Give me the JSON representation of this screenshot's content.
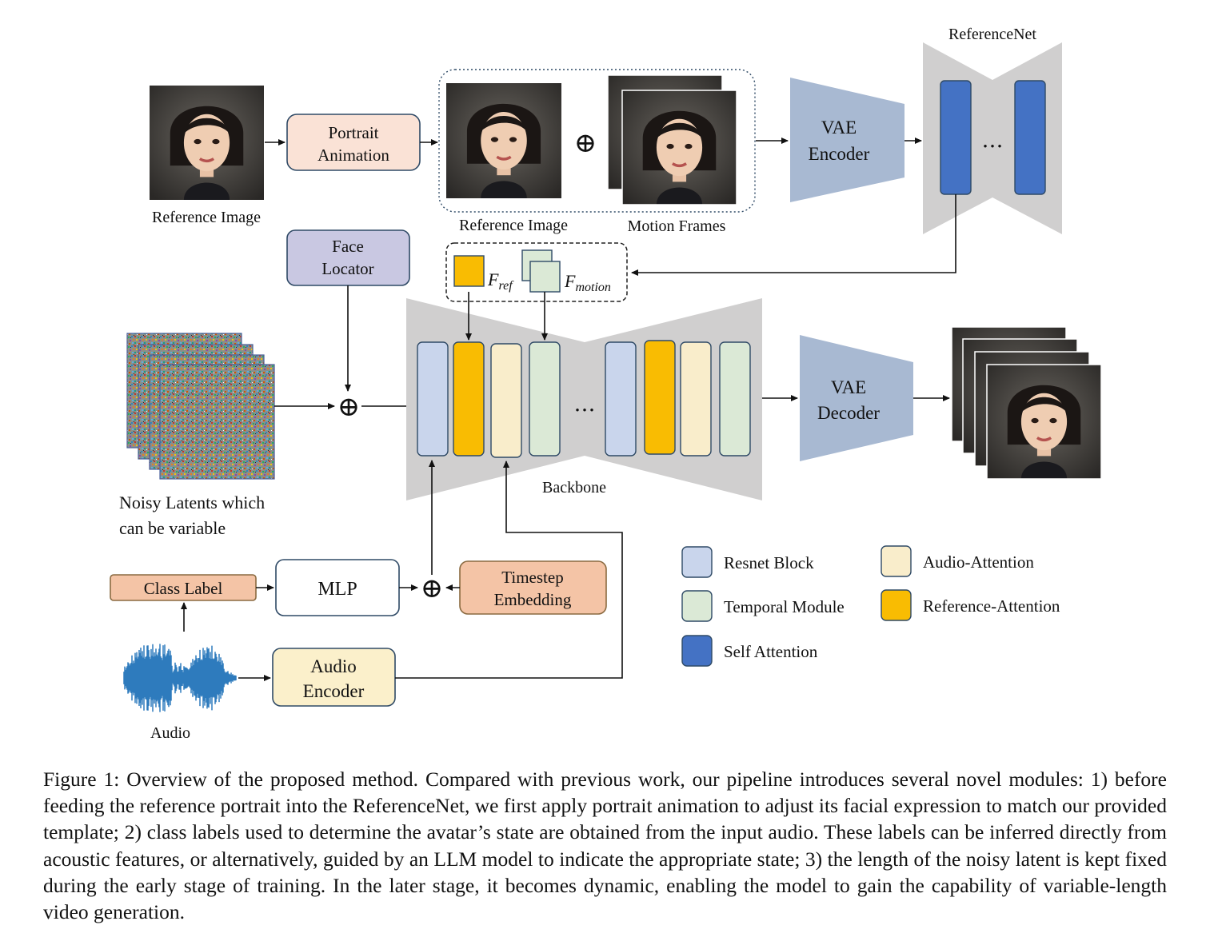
{
  "diagram": {
    "reference_net_label": "ReferenceNet",
    "reference_image_label": "Reference Image",
    "portrait_animation": [
      "Portrait",
      "Animation"
    ],
    "reference_image_label_2": "Reference Image",
    "motion_frames_label": "Motion Frames",
    "vae_encoder": [
      "VAE",
      "Encoder"
    ],
    "vae_decoder": [
      "VAE",
      "Decoder"
    ],
    "face_locator": [
      "Face",
      "Locator"
    ],
    "f_ref": "F",
    "f_ref_sub": "ref",
    "f_motion": "F",
    "f_motion_sub": "motion",
    "backbone_label": "Backbone",
    "noisy_latents": [
      "Noisy Latents which",
      "can be variable"
    ],
    "class_label": "Class Label",
    "mlp": "MLP",
    "timestep_embedding": [
      "Timestep",
      "Embedding"
    ],
    "audio_encoder": [
      "Audio",
      "Encoder"
    ],
    "audio_label": "Audio",
    "plus_symbol": "⊕",
    "ellipsis": "• • •"
  },
  "legend": [
    {
      "label": "Resnet Block",
      "color": "#c9d5ec"
    },
    {
      "label": "Audio-Attention",
      "color": "#f9edcb"
    },
    {
      "label": "Temporal Module",
      "color": "#dbe9d6"
    },
    {
      "label": "Reference-Attention",
      "color": "#f9bc02"
    },
    {
      "label": "Self Attention",
      "color": "#4472c4"
    }
  ],
  "colors": {
    "resnet": "#c9d5ec",
    "audio_attention": "#f9edcb",
    "temporal": "#dbe9d6",
    "reference_attention": "#f9bc02",
    "self_attention": "#4472c4",
    "vae": "#a8b9d2",
    "backbone_gray": "#d0cfcf",
    "portrait_animation": "#fae2d6",
    "face_locator": "#c9c8e2",
    "class_label": "#f4c4a6",
    "timestep": "#f4c4a6",
    "audio_encoder": "#fbf0cb",
    "audio_wave": "#2e7bbd"
  },
  "caption": "Figure 1: Overview of the proposed method. Compared with previous work, our pipeline introduces several novel modules: 1) before feeding the reference portrait into the ReferenceNet, we first apply portrait animation to adjust its facial expression to match our provided template; 2) class labels used to determine the avatar’s state are obtained from the input audio. These labels can be inferred directly from acoustic features, or alternatively, guided by an LLM model to indicate the appropriate state; 3) the length of the noisy latent is kept fixed during the early stage of training. In the later stage, it becomes dynamic, enabling the model to gain the capability of variable-length video generation."
}
